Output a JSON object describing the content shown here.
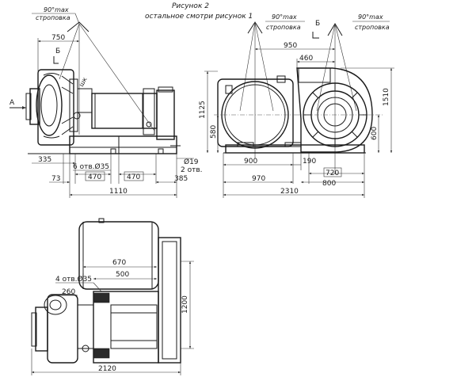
{
  "header": {
    "title": "Рисунок 2",
    "subtitle": "остальное смотри рисунок 1"
  },
  "side_view": {
    "sling_angle": "90°max",
    "sling_label": "строповка",
    "view_b": "Б",
    "arrow_a": "А",
    "shp_label": "шк",
    "dims": {
      "d750": "750",
      "d335": "335",
      "holes": "6 отв.Ø35",
      "d73": "73",
      "d470a": "470",
      "d470b": "470",
      "d19": "Ø19",
      "two_holes": "2 отв.",
      "d385": "385",
      "d1110": "1110"
    }
  },
  "front_view": {
    "sling_angle_left": "90°max",
    "sling_label_left": "строповка",
    "sling_angle_right": "90°max",
    "sling_label_right": "строповка",
    "view_b": "Б",
    "dims": {
      "d950": "950",
      "d460": "460",
      "d1125": "1125",
      "d580": "580",
      "d1510": "1510",
      "d600": "600",
      "d900": "900",
      "d190": "190",
      "d720": "720",
      "d970": "970",
      "d800": "800",
      "d2310": "2310"
    }
  },
  "top_view": {
    "dims": {
      "d670": "670",
      "d500": "500",
      "holes": "4 отв.Ø35",
      "d260": "260",
      "d1200": "1200",
      "d2120": "2120"
    }
  }
}
